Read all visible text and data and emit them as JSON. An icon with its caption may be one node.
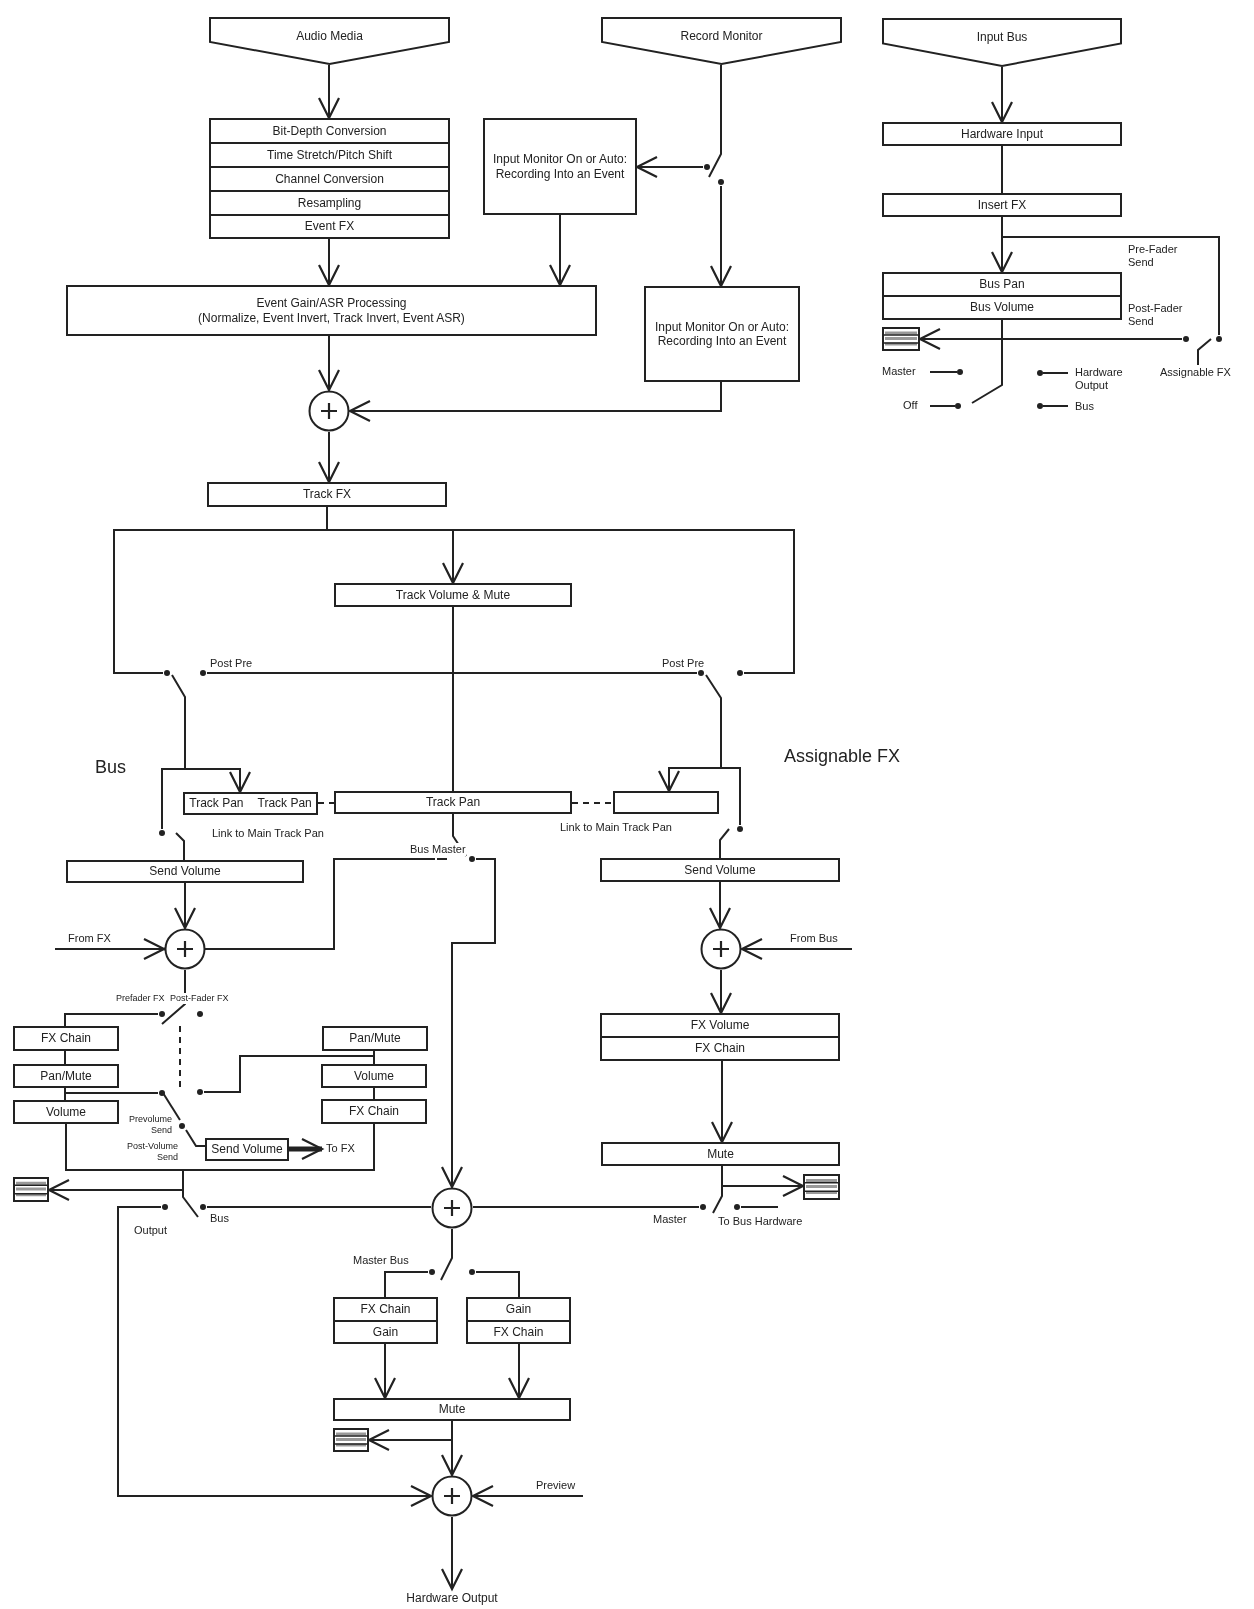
{
  "diagram": {
    "nodes": [
      {
        "text": [
          "Audio Media"
        ]
      },
      {
        "text": [
          "Record Monitor"
        ]
      },
      {
        "text": [
          "Input Bus"
        ]
      },
      {
        "text": [
          "Bit-Depth Conversion"
        ]
      },
      {
        "text": [
          "Time Stretch/Pitch Shift"
        ]
      },
      {
        "text": [
          "Channel Conversion"
        ]
      },
      {
        "text": [
          "Resampling"
        ]
      },
      {
        "text": [
          "Event FX"
        ]
      },
      {
        "text": [
          "Input Monitor On or Auto: Recording Into an Event"
        ]
      },
      {
        "text": [
          "Event Gain/ASR Processing",
          "(Normalize, Event Invert, Track Invert, Event ASR)"
        ]
      },
      {
        "text": [
          "Input Monitor On or Auto: Recording Into an Event"
        ]
      },
      {
        "text": [],
        "shape": "circle"
      },
      {
        "text": [
          "Track FX"
        ]
      },
      {
        "text": [
          "Track Volume & Mute"
        ]
      },
      {
        "text": [
          "Hardware Input"
        ]
      },
      {
        "text": [
          "Insert FX"
        ]
      },
      {
        "text": [
          "Bus Pan"
        ]
      },
      {
        "text": [
          "Bus Volume"
        ]
      },
      {
        "text": [],
        "shape": "meter"
      },
      {
        "text": [],
        "shape": "switch"
      },
      {
        "text": [],
        "shape": "switch",
        "beside": [
          "Master",
          "Off",
          "Hardware Output",
          "Bus"
        ]
      },
      {
        "text": [],
        "shape": "switch",
        "beside": [
          "Assignable FX"
        ]
      },
      {
        "text": [],
        "shape": "switch"
      },
      {
        "text": [],
        "shape": "switch"
      },
      {
        "text": [
          "Track Pan",
          "Track Pan"
        ]
      },
      {
        "text": [
          "Track Pan"
        ]
      },
      {
        "text": [],
        "shape": "box"
      },
      {
        "text": [],
        "shape": "switch"
      },
      {
        "text": [],
        "shape": "switch"
      },
      {
        "text": [
          "Send Volume"
        ]
      },
      {
        "text": [
          "Send Volume"
        ]
      },
      {
        "text": [],
        "shape": "switch"
      },
      {
        "text": [],
        "shape": "circle"
      },
      {
        "text": [],
        "shape": "circle"
      },
      {
        "text": [],
        "shape": "switch"
      },
      {
        "text": [
          "FX Chain"
        ]
      },
      {
        "text": [
          "Pan/Mute"
        ]
      },
      {
        "text": [
          "Volume"
        ]
      },
      {
        "text": [
          "Pan/Mute"
        ]
      },
      {
        "text": [
          "Volume"
        ]
      },
      {
        "text": [
          "FX Chain"
        ]
      },
      {
        "text": [],
        "shape": "switch"
      },
      {
        "text": [
          "Send Volume"
        ]
      },
      {
        "text": [],
        "shape": "meter"
      },
      {
        "text": [],
        "shape": "switch"
      },
      {
        "text": [],
        "shape": "circle"
      },
      {
        "text": [
          "FX Volume"
        ]
      },
      {
        "text": [
          "FX Chain"
        ]
      },
      {
        "text": [
          "Mute"
        ]
      },
      {
        "text": [],
        "shape": "meter"
      },
      {
        "text": [],
        "shape": "switch"
      },
      {
        "text": [],
        "shape": "switch"
      },
      {
        "text": [
          "FX Chain"
        ]
      },
      {
        "text": [
          "Gain"
        ]
      },
      {
        "text": [
          "Gain"
        ]
      },
      {
        "text": [
          "FX Chain"
        ]
      },
      {
        "text": [
          "Mute"
        ]
      },
      {
        "text": [],
        "shape": "meter"
      },
      {
        "text": [],
        "shape": "circle"
      },
      {
        "text": [
          "Hardware Output"
        ]
      }
    ],
    "edges": [
      {
        "from": 0,
        "to": 3,
        "arrow": "to"
      },
      {
        "from": 7,
        "to": 9,
        "arrow": "to"
      },
      {
        "from": 1,
        "to": 19,
        "arrow": "none"
      },
      {
        "from": 19,
        "to": 8,
        "arrow": "to"
      },
      {
        "from": 19,
        "to": 10,
        "arrow": "to"
      },
      {
        "from": 8,
        "to": 9,
        "arrow": "to"
      },
      {
        "from": 9,
        "to": 11,
        "arrow": "to"
      },
      {
        "from": 10,
        "to": 11,
        "arrow": "to"
      },
      {
        "from": 11,
        "to": 12,
        "arrow": "to"
      },
      {
        "from": 12,
        "to": 13,
        "arrow": "to"
      },
      {
        "from": 12,
        "to": 22,
        "arrow": "none"
      },
      {
        "from": 12,
        "to": 23,
        "arrow": "none"
      },
      {
        "from": 13,
        "to": 22,
        "arrow": "none"
      },
      {
        "from": 13,
        "to": 23,
        "arrow": "none"
      },
      {
        "from": 13,
        "to": 25,
        "arrow": "none"
      },
      {
        "from": 2,
        "to": 14,
        "arrow": "to"
      },
      {
        "from": 14,
        "to": 15,
        "arrow": "none"
      },
      {
        "from": 15,
        "to": 16,
        "arrow": "to"
      },
      {
        "from": 15,
        "to": 21,
        "arrow": "none"
      },
      {
        "from": 17,
        "to": 20,
        "arrow": "none"
      },
      {
        "from": 21,
        "to": 18,
        "arrow": "to"
      },
      {
        "from": 22,
        "to": 24,
        "arrow": "to"
      },
      {
        "from": 22,
        "to": 27,
        "arrow": "none"
      },
      {
        "from": 24,
        "to": 25,
        "arrow": "none",
        "style": "dashed"
      },
      {
        "from": 25,
        "to": 26,
        "arrow": "none",
        "style": "dashed"
      },
      {
        "from": 23,
        "to": 26,
        "arrow": "to"
      },
      {
        "from": 23,
        "to": 28,
        "arrow": "none"
      },
      {
        "from": 27,
        "to": 29,
        "arrow": "none"
      },
      {
        "from": 28,
        "to": 30,
        "arrow": "none"
      },
      {
        "from": 25,
        "to": 31,
        "arrow": "none"
      },
      {
        "from": 31,
        "to": 32,
        "arrow": "to"
      },
      {
        "from": 31,
        "to": 45,
        "arrow": "to"
      },
      {
        "from": 29,
        "to": 32,
        "arrow": "to"
      },
      {
        "from": null,
        "to": 32,
        "arrow": "to",
        "label": "From FX"
      },
      {
        "from": 32,
        "to": 34,
        "arrow": "none"
      },
      {
        "from": 34,
        "to": 35,
        "arrow": "none"
      },
      {
        "from": 35,
        "to": 36,
        "arrow": "none"
      },
      {
        "from": 36,
        "to": 37,
        "arrow": "none"
      },
      {
        "from": 36,
        "to": 41,
        "arrow": "none"
      },
      {
        "from": 37,
        "to": 40,
        "arrow": "none"
      },
      {
        "from": 40,
        "to": 39,
        "arrow": "none"
      },
      {
        "from": 39,
        "to": 38,
        "arrow": "none"
      },
      {
        "from": 41,
        "to": 39,
        "arrow": "none"
      },
      {
        "from": 41,
        "to": 42,
        "arrow": "none"
      },
      {
        "from": 42,
        "to": null,
        "arrow": "to",
        "label": "To FX",
        "style": "thick"
      },
      {
        "from": 37,
        "to": 44,
        "arrow": "none"
      },
      {
        "from": 37,
        "to": 43,
        "arrow": "to"
      },
      {
        "from": 44,
        "to": 45,
        "arrow": "none"
      },
      {
        "from": 44,
        "to": 58,
        "arrow": "to"
      },
      {
        "from": 30,
        "to": 33,
        "arrow": "to"
      },
      {
        "from": null,
        "to": 33,
        "arrow": "to",
        "label": "From Bus"
      },
      {
        "from": 33,
        "to": 46,
        "arrow": "to"
      },
      {
        "from": 47,
        "to": 48,
        "arrow": "to"
      },
      {
        "from": 48,
        "to": 50,
        "arrow": "none"
      },
      {
        "from": 48,
        "to": 49,
        "arrow": "to"
      },
      {
        "from": 50,
        "to": 45,
        "arrow": "none"
      },
      {
        "from": 45,
        "to": 51,
        "arrow": "none"
      },
      {
        "from": 51,
        "to": 52,
        "arrow": "none"
      },
      {
        "from": 51,
        "to": 54,
        "arrow": "none"
      },
      {
        "from": 53,
        "to": 56,
        "arrow": "to"
      },
      {
        "from": 55,
        "to": 56,
        "arrow": "to"
      },
      {
        "from": 56,
        "to": 57,
        "arrow": "to"
      },
      {
        "from": 56,
        "to": 58,
        "arrow": "to"
      },
      {
        "from": null,
        "to": 58,
        "arrow": "to",
        "label": "Preview"
      },
      {
        "from": 58,
        "to": 59,
        "arrow": "to"
      },
      {
        "from": 34,
        "to": 41,
        "arrow": "none",
        "style": "dashed"
      }
    ],
    "labels": [
      "Pre-Fader Send",
      "Post-Fader Send",
      "Post Pre",
      "Post Pre",
      "Bus",
      "Assignable FX",
      "Link to Main Track Pan",
      "Link to Main Track Pan",
      "Bus Master",
      "Prefader FX",
      "Post-Fader FX",
      "Prevolume Send",
      "Post-Volume Send",
      "Output",
      "Bus",
      "Master",
      "To Bus Hardware",
      "Master Bus"
    ]
  }
}
